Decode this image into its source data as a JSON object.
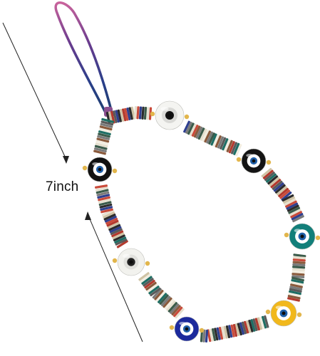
{
  "measurement": {
    "label": "7inch"
  },
  "colors": {
    "background": "#ffffff",
    "cord": [
      "#c9639c",
      "#6b3c8e",
      "#2a3f8a",
      "#1d3f6e"
    ],
    "arrow_line": "#222222",
    "spacer_gold": "#e2b64c"
  },
  "eyes": [
    {
      "name": "clear-eye-bead-top",
      "ring": "#f4f4f1",
      "iris": "#d9d9d6",
      "pupil": "#111111"
    },
    {
      "name": "black-eye-bead-left",
      "ring": "#111111",
      "iris": "#ffffff",
      "pupil": "#1f5fa8"
    },
    {
      "name": "black-eye-bead-right",
      "ring": "#141414",
      "iris": "#ffffff",
      "pupil": "#1f5fa8"
    },
    {
      "name": "teal-eye-bead",
      "ring": "#127f7a",
      "iris": "#ffffff",
      "pupil": "#1f5fa8"
    },
    {
      "name": "clear-eye-bead-bottom",
      "ring": "#f2f2ee",
      "iris": "#e0e0dc",
      "pupil": "#222222"
    },
    {
      "name": "yellow-eye-bead",
      "ring": "#f1b81c",
      "iris": "#ffffff",
      "pupil": "#1f5fa8"
    },
    {
      "name": "blue-eye-bead",
      "ring": "#1c2a9c",
      "iris": "#ffffff",
      "pupil": "#1f5fa8"
    }
  ],
  "disc_palette": [
    "#2b2b2b",
    "#7a7a7a",
    "#b33a2e",
    "#e6e0cf",
    "#1e6e64",
    "#2e3f8f",
    "#8a5a3c",
    "#d0c4a6",
    "#3b5b4a",
    "#5a5a5a",
    "#c94a3a",
    "#f2ede0"
  ]
}
